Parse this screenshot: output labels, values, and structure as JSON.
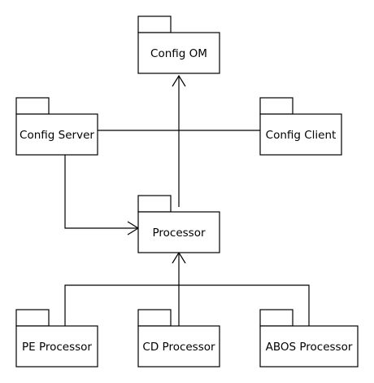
{
  "packages": {
    "config_om": "Config OM",
    "config_server": "Config Server",
    "config_client": "Config Client",
    "processor": "Processor",
    "pe_processor": "PE Processor",
    "cd_processor": "CD Processor",
    "abos_processor": "ABOS Processor"
  }
}
